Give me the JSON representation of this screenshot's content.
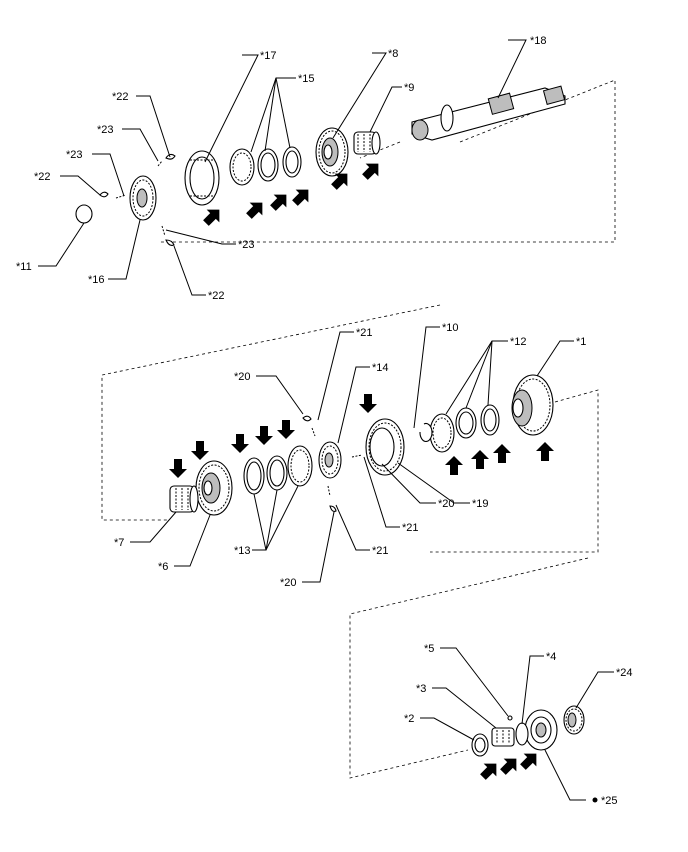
{
  "labels": {
    "l18": "*18",
    "l17": "*17",
    "l15": "*15",
    "l8": "*8",
    "l9": "*9",
    "l22a": "*22",
    "l23a": "*23",
    "l23b": "*23",
    "l22b": "*22",
    "l11": "*11",
    "l16": "*16",
    "l23c": "*23",
    "l22c": "*22",
    "l10": "*10",
    "l12": "*12",
    "l1": "*1",
    "l21a": "*21",
    "l14": "*14",
    "l20a": "*20",
    "l20b": "*20",
    "l19": "*19",
    "l21b": "*21",
    "l7": "*7",
    "l6": "*6",
    "l13": "*13",
    "l21c": "*21",
    "l20c": "*20",
    "l5": "*5",
    "l4": "*4",
    "l24": "*24",
    "l3": "*3",
    "l2": "*2",
    "l25": "*25"
  },
  "icons": {
    "arrow": "apply-grease-arrow-icon",
    "bullet": "non-reusable-part-bullet-icon"
  }
}
